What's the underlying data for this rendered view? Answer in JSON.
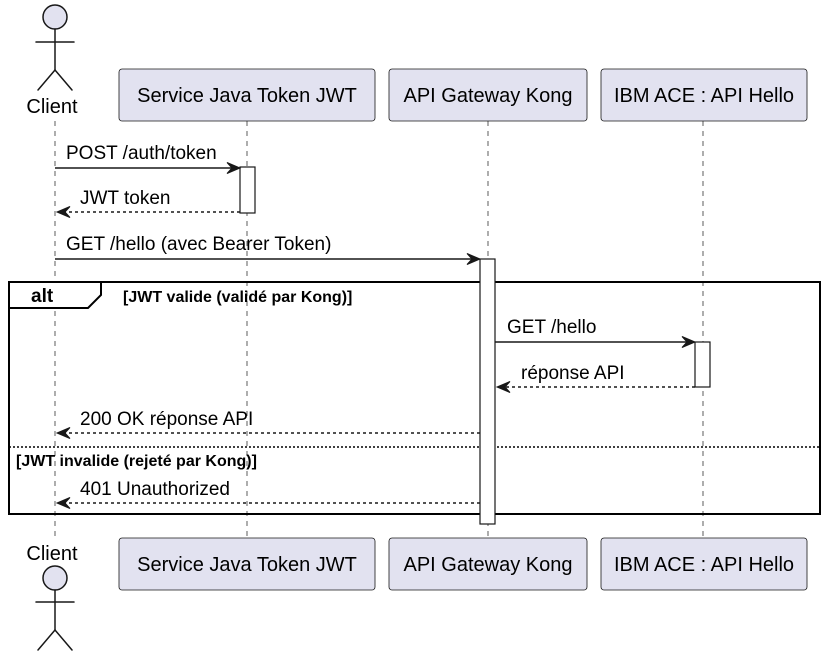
{
  "participants": [
    {
      "label": "Client",
      "actor": true
    },
    {
      "label": "Service Java Token JWT",
      "actor": false
    },
    {
      "label": "API Gateway Kong",
      "actor": false
    },
    {
      "label": "IBM ACE : API Hello",
      "actor": false
    }
  ],
  "messages": [
    {
      "from": 0,
      "to": 1,
      "label": "POST /auth/token",
      "dashed": false
    },
    {
      "from": 1,
      "to": 0,
      "label": "JWT token",
      "dashed": true
    },
    {
      "from": 0,
      "to": 2,
      "label": "GET /hello (avec Bearer Token)",
      "dashed": false
    },
    {
      "from": 2,
      "to": 3,
      "label": "GET /hello",
      "dashed": false
    },
    {
      "from": 3,
      "to": 2,
      "label": "réponse API",
      "dashed": true
    },
    {
      "from": 2,
      "to": 0,
      "label": "200 OK réponse API",
      "dashed": true
    },
    {
      "from": 2,
      "to": 0,
      "label": "401 Unauthorized",
      "dashed": true
    }
  ],
  "alt_frame": {
    "keyword": "alt",
    "branches": [
      {
        "guard": "[JWT valide (validé par Kong)]",
        "messages": [
          3,
          4,
          5
        ]
      },
      {
        "guard": "[JWT invalide (rejeté par Kong)]",
        "messages": [
          6
        ]
      }
    ]
  },
  "colors": {
    "background": "#FFFFFF",
    "participant_fill": "#E2E2F0",
    "participant_border": "#181818",
    "line": "#181818",
    "frame": "#000000",
    "activation_fill": "#FFFFFF",
    "text": "#000000"
  }
}
